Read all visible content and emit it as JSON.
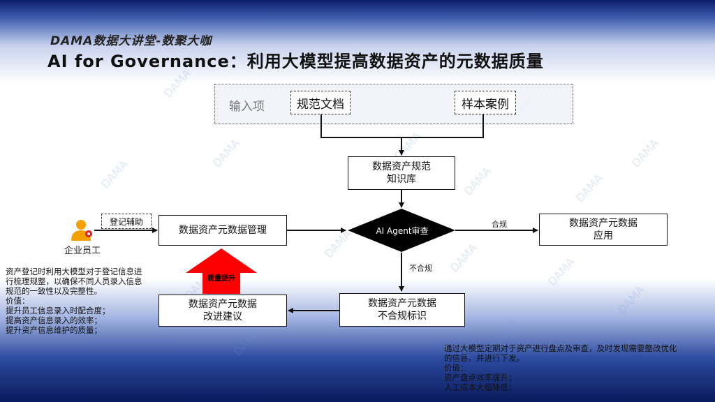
{
  "header": {
    "subtitle": "DAMA数据大讲堂-数聚大咖",
    "title": "AI for Governance：利用大模型提高数据资产的元数据质量"
  },
  "watermark": "DAMA",
  "inputs": {
    "label": "输入项",
    "items": [
      "规范文档",
      "样本案例"
    ]
  },
  "nodes": {
    "knowledge_base": "数据资产规范\n知识库",
    "metadata_mgmt": "数据资产元数据管理",
    "review": "AI Agent审查",
    "application": "数据资产元数据\n应用",
    "noncompliant": "数据资产元数据\n不合规标识",
    "improvement": "数据资产元数据\n改进建议"
  },
  "edges": {
    "compliant": "合规",
    "noncompliant": "不合规",
    "register_assist": "登记辅助",
    "quality_up": "质量提升"
  },
  "actor": {
    "label": "企业员工"
  },
  "left_description": [
    "资产登记时利用大模型对于登记信息进",
    "行梳理规整，以确保不同人员录入信息",
    "规范的一致性以及完整性。",
    "价值：",
    "提升员工信息录入时配合度；",
    "提高资产信息录入的效率；",
    "提升资产信息维护的质量；"
  ],
  "right_description": [
    "通过大模型定期对于资产进行盘点及审查，及时发现需要整改优化",
    "的信息，并进行下发。",
    "价值：",
    "资产盘点效率提升；",
    "人工成本大幅降低；"
  ],
  "colors": {
    "arrow_fill": "#ff0000",
    "diamond": "#000000",
    "actor": "#f4a000",
    "actor_badge": "#e02020"
  }
}
